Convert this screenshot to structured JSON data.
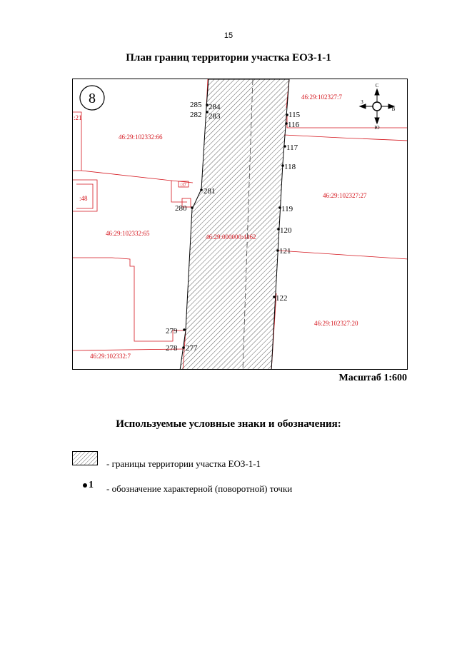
{
  "page_number": "15",
  "title": "План границ территории участка ЕОЗ-1-1",
  "map": {
    "sheet_number": "8",
    "parcels": {
      "p_102327_7": "46:29:102327:7",
      "p_21": ":21",
      "p_102332_66": "46:29:102332:66",
      "p_48": ":48",
      "p_37": ":37",
      "p_102327_27": "46:29:102327:27",
      "p_102332_65": "46:29:102332:65",
      "p_000000_4462": "46:29:000000:4462",
      "p_102327_20": "46:29:102327:20",
      "p_102332_7": "46:29:102332:7"
    },
    "points": {
      "pt_285": "285",
      "pt_284": "284",
      "pt_282": "282",
      "pt_283": "283",
      "pt_115": "115",
      "pt_116": "116",
      "pt_117": "117",
      "pt_118": "118",
      "pt_281": "281",
      "pt_280": "280",
      "pt_119": "119",
      "pt_120": "120",
      "pt_121": "121",
      "pt_122": "122",
      "pt_279": "279",
      "pt_278": "278",
      "pt_277": "277"
    },
    "compass": {
      "north": "С",
      "south": "Ю",
      "west": "З",
      "east": "В"
    },
    "colors": {
      "boundary": "#d4141c",
      "outline": "#000000",
      "hatch": "#333333"
    }
  },
  "scale": "Масштаб 1:600",
  "legend": {
    "title": "Используемые условные знаки и обозначения:",
    "items": {
      "territory": "-  границы территории участка ЕОЗ-1-1",
      "point_marker": "1",
      "point": "- обозначение характерной (поворотной) точки"
    }
  }
}
